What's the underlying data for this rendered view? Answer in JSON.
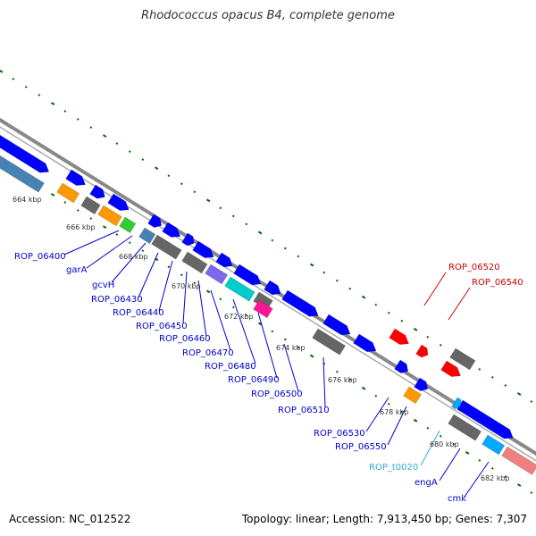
{
  "title": "Rhodococcus opacus B4, complete genome",
  "footer": {
    "accession": "Accession: NC_012522",
    "topology": "Topology: linear; Length: 7,913,450 bp; Genes: 7,307"
  },
  "colors": {
    "blue_gene": "#0000ff",
    "grey_gene": "#666666",
    "orange_gene": "#ff9900",
    "green_gene": "#33cc33",
    "steel_gene": "#4682b4",
    "cyan_gene": "#00cccc",
    "purple_gene": "#7b68ee",
    "magenta_gene": "#ff1493",
    "pink_gene": "#f08080",
    "red_gene": "#ff0000",
    "lightblue_gene": "#00aaff",
    "tick_green": "#006400",
    "label_blue": "#0000cc",
    "label_red": "#cc0000",
    "label_cyan": "#33aadd"
  },
  "ticks": [
    "664 kbp",
    "666 kbp",
    "668 kbp",
    "670 kbp",
    "672 kbp",
    "674 kbp",
    "676 kbp",
    "678 kbp",
    "680 kbp",
    "682 kbp"
  ],
  "gene_labels": [
    {
      "text": "ROP_06400",
      "color": "blue"
    },
    {
      "text": "garA",
      "color": "blue"
    },
    {
      "text": "gcvH",
      "color": "blue"
    },
    {
      "text": "ROP_06430",
      "color": "blue"
    },
    {
      "text": "ROP_06440",
      "color": "blue"
    },
    {
      "text": "ROP_06450",
      "color": "blue"
    },
    {
      "text": "ROP_06460",
      "color": "blue"
    },
    {
      "text": "ROP_06470",
      "color": "blue"
    },
    {
      "text": "ROP_06480",
      "color": "blue"
    },
    {
      "text": "ROP_06490",
      "color": "blue"
    },
    {
      "text": "ROP_06500",
      "color": "blue"
    },
    {
      "text": "ROP_06510",
      "color": "blue"
    },
    {
      "text": "ROP_06520",
      "color": "red"
    },
    {
      "text": "ROP_06540",
      "color": "red"
    },
    {
      "text": "ROP_06530",
      "color": "blue"
    },
    {
      "text": "ROP_06550",
      "color": "blue"
    },
    {
      "text": "ROP_t0020",
      "color": "cyan"
    },
    {
      "text": "engA",
      "color": "blue"
    },
    {
      "text": "cmk",
      "color": "blue"
    }
  ]
}
